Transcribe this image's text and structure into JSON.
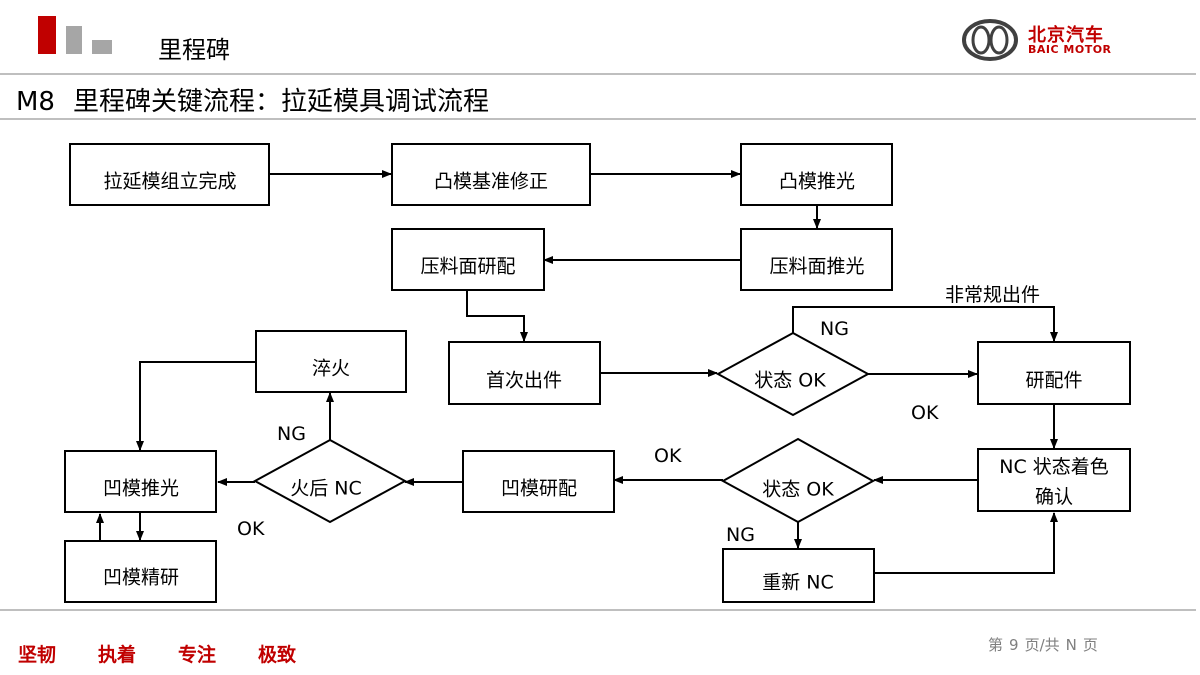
{
  "header": {
    "title": "里程碑"
  },
  "logo": {
    "cn": "北京汽车",
    "en": "BAIC MOTOR"
  },
  "slide": {
    "number": "M8",
    "title": "里程碑关键流程：拉延模具调试流程"
  },
  "nodes": {
    "assembly_done": "拉延模组立完成",
    "punch_datum_fix": "凸模基准修正",
    "punch_polish": "凸模推光",
    "binder_polish": "压料面推光",
    "binder_grind": "压料面研配",
    "first_part": "首次出件",
    "state_ok_1": "状态 OK",
    "grind_part": "研配件",
    "nc_color_check": "NC 状态着色确认",
    "state_ok_2": "状态 OK",
    "renew_nc": "重新 NC",
    "die_grind": "凹模研配",
    "after_fire_nc": "火后 NC",
    "quench": "淬火",
    "die_polish": "凹模推光",
    "die_fine_grind": "凹模精研"
  },
  "edge_labels": {
    "abnormal_part": "非常规出件",
    "ng_1": "NG",
    "ok_1": "OK",
    "ok_2": "OK",
    "ng_2": "NG",
    "ng_3": "NG",
    "ok_3": "OK"
  },
  "footer": {
    "slogans": [
      "坚韧",
      "执着",
      "专注",
      "极致"
    ],
    "page": {
      "prefix": "第",
      "current": "9",
      "mid": "页/共",
      "total": "N",
      "suffix": "页"
    }
  }
}
